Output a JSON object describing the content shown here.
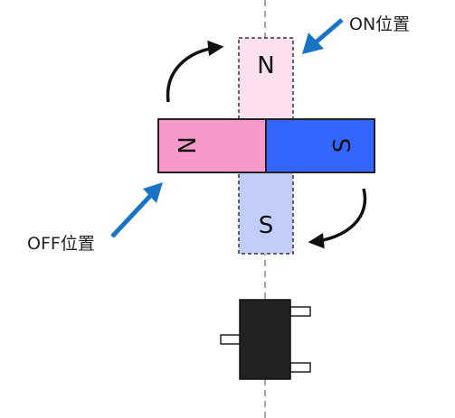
{
  "labels": {
    "on_position": "ON位置",
    "off_position": "OFF位置"
  },
  "magnet_on": {
    "north": "N",
    "south": "S"
  },
  "magnet_off": {
    "north": "N",
    "south": "S"
  },
  "colors": {
    "off_north": "#f799c8",
    "off_south": "#3366ff",
    "on_north_faded": "#fde0ef",
    "on_south_faded": "#c2cef7",
    "arrow_blue": "#1a73c4",
    "sensor_body": "#222222"
  }
}
